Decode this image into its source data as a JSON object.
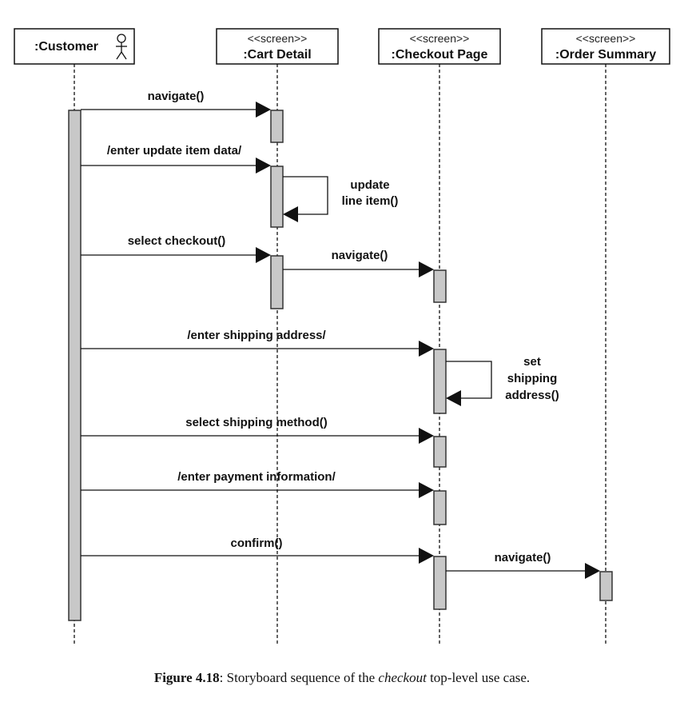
{
  "participants": [
    {
      "id": "customer",
      "name": ":Customer",
      "stereotype": "",
      "actor": true
    },
    {
      "id": "cart",
      "name": ":Cart Detail",
      "stereotype": "<<screen>>"
    },
    {
      "id": "checkout",
      "name": ":Checkout Page",
      "stereotype": "<<screen>>"
    },
    {
      "id": "summary",
      "name": ":Order Summary",
      "stereotype": "<<screen>>"
    }
  ],
  "messages": [
    {
      "from": "customer",
      "to": "cart",
      "label": "navigate()"
    },
    {
      "from": "customer",
      "to": "cart",
      "label": "/enter update item data/"
    },
    {
      "from": "cart",
      "to": "cart",
      "label": [
        "update",
        "line item()"
      ]
    },
    {
      "from": "customer",
      "to": "cart",
      "label": "select checkout()"
    },
    {
      "from": "cart",
      "to": "checkout",
      "label": "navigate()"
    },
    {
      "from": "customer",
      "to": "checkout",
      "label": "/enter shipping address/"
    },
    {
      "from": "checkout",
      "to": "checkout",
      "label": [
        "set",
        "shipping",
        "address()"
      ]
    },
    {
      "from": "customer",
      "to": "checkout",
      "label": "select shipping method()"
    },
    {
      "from": "customer",
      "to": "checkout",
      "label": "/enter payment information/"
    },
    {
      "from": "customer",
      "to": "checkout",
      "label": "confirm()"
    },
    {
      "from": "checkout",
      "to": "summary",
      "label": "navigate()"
    }
  ],
  "caption": {
    "number": "Figure 4.18",
    "text_before": ": Storyboard sequence of the ",
    "emphasis": "checkout",
    "text_after": " top-level use case."
  },
  "colors": {
    "activation_fill": "#c8c8c8",
    "line": "#111111"
  }
}
